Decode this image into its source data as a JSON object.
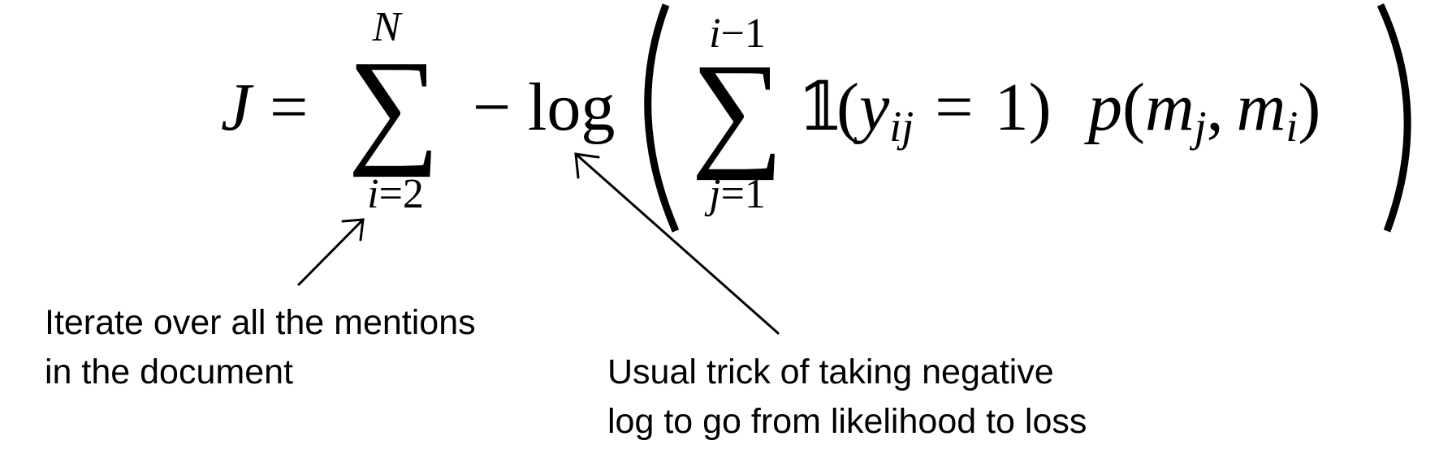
{
  "equation": {
    "lhs": "J",
    "equals": "=",
    "outer_sum": {
      "symbol": "∑",
      "upper": "N",
      "lower_var": "i",
      "lower_eq": "=",
      "lower_val": "2"
    },
    "neg_log": {
      "minus": "−",
      "log": "log"
    },
    "left_paren": "(",
    "inner_sum": {
      "symbol": "∑",
      "upper_var": "i",
      "upper_minus": "−",
      "upper_val": "1",
      "lower_var": "j",
      "lower_eq": "=",
      "lower_val": "1"
    },
    "indicator": {
      "symbol": "𝟙",
      "open": "(",
      "y": "y",
      "y_sub": "ij",
      "eq": "=",
      "one": "1",
      "close": ")"
    },
    "prob": {
      "p": "p",
      "open": "(",
      "m1": "m",
      "m1_sub": "j",
      "comma": ",",
      "m2": "m",
      "m2_sub": "i",
      "close": ")"
    },
    "right_paren": ")"
  },
  "annotations": {
    "sum_note": {
      "line1": "Iterate over all the mentions",
      "line2": "in the document"
    },
    "log_note": {
      "line1": "Usual trick of taking negative",
      "line2": "log to go from likelihood to loss"
    }
  }
}
